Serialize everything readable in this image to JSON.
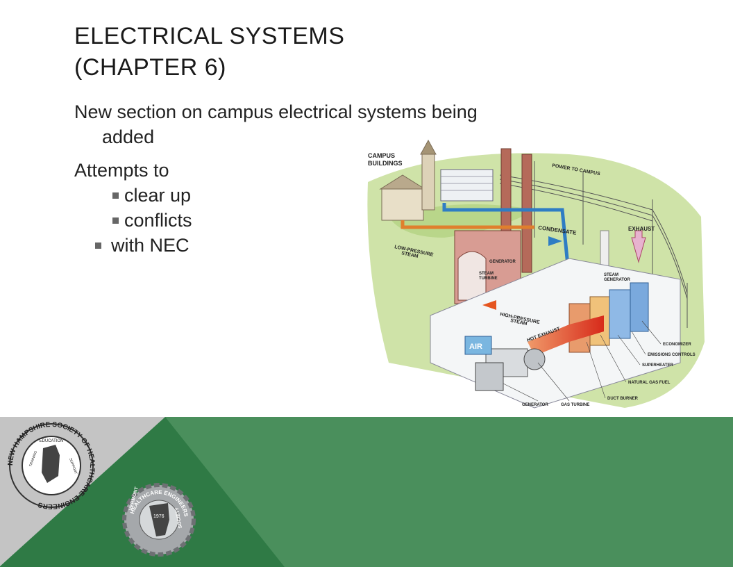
{
  "title": {
    "line1": "ELECTRICAL SYSTEMS",
    "line2": "(CHAPTER 6)"
  },
  "content": {
    "paragraph1_line1": "New section on campus electrical systems being",
    "paragraph1_line2": "added",
    "paragraph2": "Attempts to",
    "bullets": [
      {
        "text": "clear up",
        "level": 2
      },
      {
        "text": "conflicts",
        "level": 2
      },
      {
        "text": "with NEC",
        "level": 1
      }
    ]
  },
  "diagram": {
    "labels": {
      "campus_buildings_1": "CAMPUS",
      "campus_buildings_2": "BUILDINGS",
      "power_to_campus": "POWER TO CAMPUS",
      "condensate": "CONDENSATE",
      "exhaust": "EXHAUST",
      "low_pressure_1": "LOW-PRESSURE",
      "low_pressure_2": "STEAM",
      "generator_top": "GENERATOR",
      "steam_turbine_1": "STEAM",
      "steam_turbine_2": "TURBINE",
      "steam_generator_1": "STEAM",
      "steam_generator_2": "GENERATOR",
      "high_pressure_1": "HIGH-PRESSURE",
      "high_pressure_2": "STEAM",
      "hot_exhaust": "HOT EXHAUST",
      "air": "AIR",
      "economizer": "ECONOMIZER",
      "emissions_controls": "EMISSIONS CONTROLS",
      "superheater": "SUPERHEATER",
      "natural_gas_fuel": "NATURAL GAS FUEL",
      "duct_burner": "DUCT BURNER",
      "generator_bottom": "GENERATOR",
      "gas_turbine": "GAS TURBINE"
    }
  },
  "logos": {
    "nh": {
      "ring_text": "NEW HAMPSHIRE SOCIETY OF HEALTHCARE ENGINEERS",
      "inner_top": "EDUCATION",
      "inner_left": "TRAINING",
      "inner_right": "SUPPORT"
    },
    "vt": {
      "ring_top": "HEALTHCARE ENGINEERS",
      "ring_left": "VERMONT",
      "ring_right": "SOCIETY",
      "year": "1976"
    }
  },
  "colors": {
    "green": "#4a8f5c",
    "gray": "#c4c4c4",
    "title": "#1a1a1a"
  }
}
